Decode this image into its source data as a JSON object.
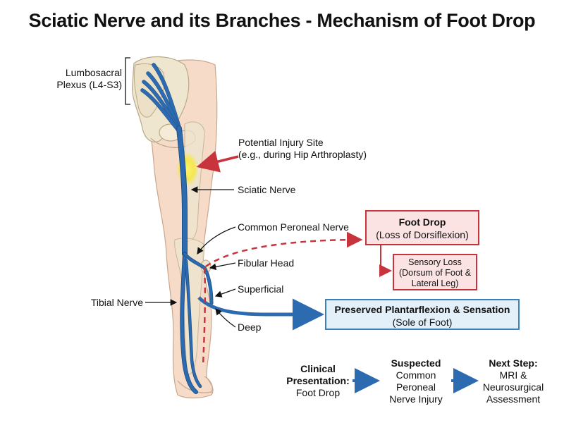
{
  "title": "Sciatic Nerve and its Branches - Mechanism of Foot Drop",
  "labels": {
    "plexus_line1": "Lumbosacral",
    "plexus_line2": "Plexus (L4-S3)",
    "injury_line1": "Potential Injury Site",
    "injury_line2": "(e.g., during Hip Arthroplasty)",
    "sciatic": "Sciatic Nerve",
    "common_peroneal": "Common Peroneal Nerve",
    "fibular_head": "Fibular Head",
    "superficial": "Superficial",
    "tibial": "Tibial Nerve",
    "deep": "Deep"
  },
  "boxes": {
    "foot_drop_title": "Foot Drop",
    "foot_drop_sub": "(Loss of Dorsiflexion)",
    "sensory_line1": "Sensory Loss",
    "sensory_line2": "(Dorsum of Foot &",
    "sensory_line3": "Lateral Leg)",
    "preserved_title": "Preserved Plantarflexion & Sensation",
    "preserved_sub": "(Sole of Foot)"
  },
  "flow": {
    "step1_bold1": "Clinical",
    "step1_bold2": "Presentation:",
    "step1_text": "Foot Drop",
    "step2_bold": "Suspected",
    "step2_line1": "Common",
    "step2_line2": "Peroneal",
    "step2_line3": "Nerve Injury",
    "step3_bold": "Next Step:",
    "step3_line1": "MRI &",
    "step3_line2": "Neurosurgical",
    "step3_line3": "Assessment"
  },
  "colors": {
    "nerve": "#2d6bb0",
    "injury_highlight": "#f5e83a",
    "red_accent": "#c8343c",
    "blue_accent": "#3a7fb5",
    "skin": "#f6dcc8",
    "bone": "#efe6cf"
  }
}
